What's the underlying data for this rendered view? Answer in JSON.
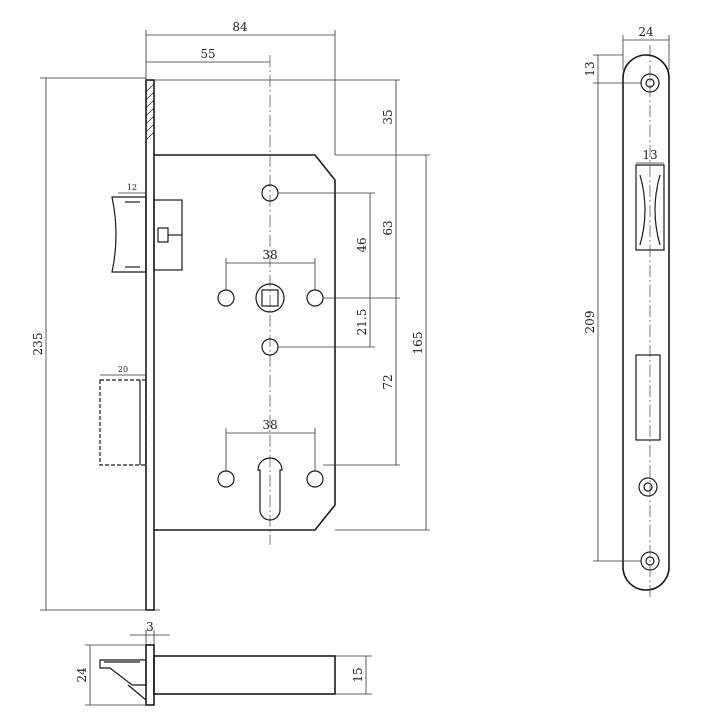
{
  "dimensions": {
    "total_width": "84",
    "backset": "55",
    "forend_height": "235",
    "top_offset": "35",
    "follower_to_top_hole": "46",
    "top_hole_span": "63",
    "follower_to_lower_hole": "21.5",
    "case_height": "165",
    "follower_to_cylinder": "72",
    "follower_hole_span": "38",
    "cylinder_hole_span": "38",
    "latch_width": "12",
    "deadbolt_width": "20",
    "faceplate_width": "24",
    "faceplate_hole_offset": "13",
    "faceplate_latch_width": "13",
    "faceplate_screw_span": "209",
    "forend_thickness": "3",
    "bottom_view_height": "24",
    "case_thickness": "15"
  }
}
